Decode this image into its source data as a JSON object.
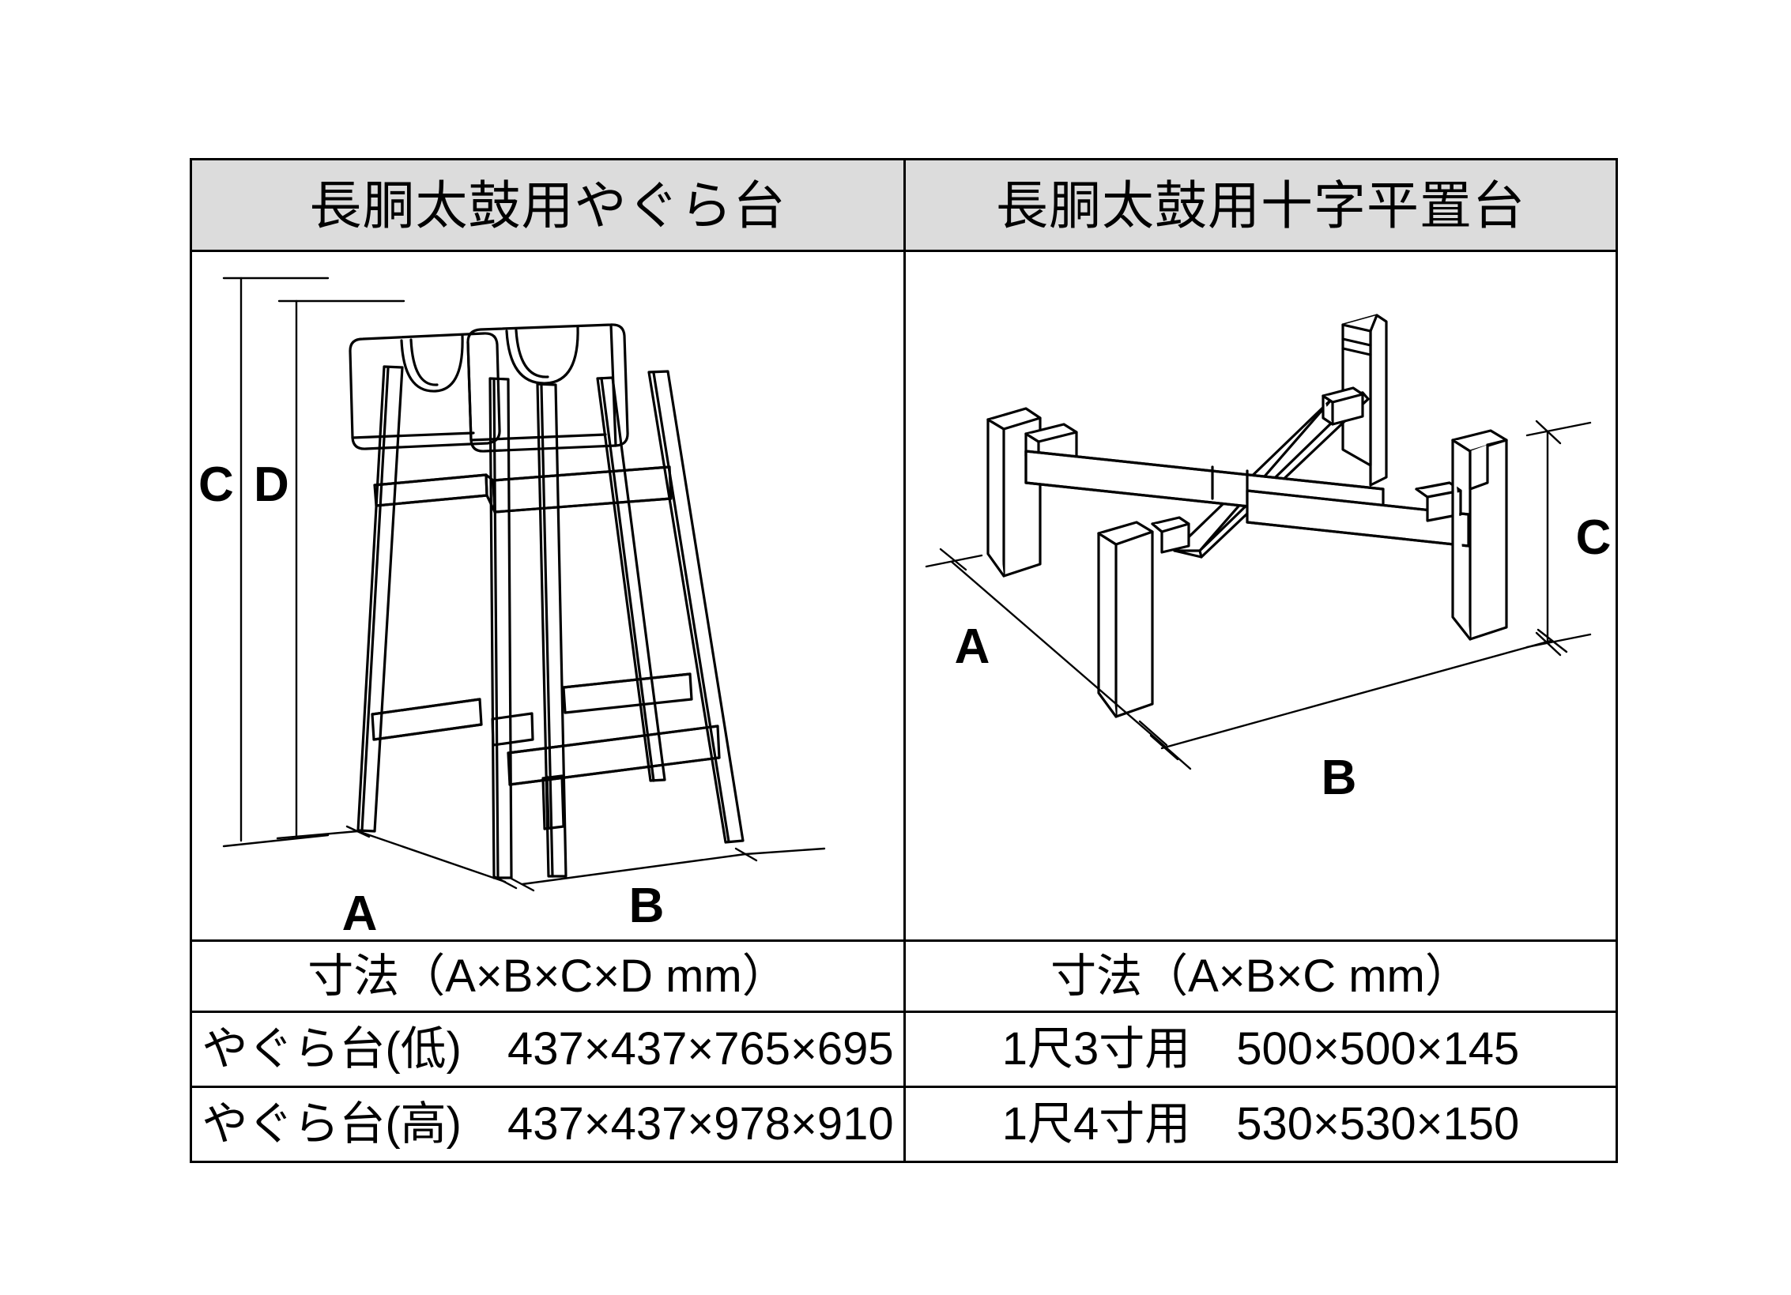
{
  "table": {
    "columns": [
      {
        "id": "yagura-stand",
        "header": "長胴太鼓用やぐら台",
        "dimension_header": "寸法（A×B×C×D mm）",
        "figure": {
          "name": "yagura-stand-diagram",
          "dimension_labels": [
            "C",
            "D",
            "A",
            "B"
          ]
        },
        "rows": [
          {
            "label": "やぐら台(低)",
            "value": "437×437×765×695",
            "text": "やぐら台(低)　437×437×765×695"
          },
          {
            "label": "やぐら台(高)",
            "value": "437×437×978×910",
            "text": "やぐら台(高)　437×437×978×910"
          }
        ]
      },
      {
        "id": "cross-flat-stand",
        "header": "長胴太鼓用十字平置台",
        "dimension_header": "寸法（A×B×C mm）",
        "figure": {
          "name": "cross-flat-stand-diagram",
          "dimension_labels": [
            "A",
            "B",
            "C"
          ]
        },
        "rows": [
          {
            "label": "1尺3寸用",
            "value": "500×500×145",
            "text": "1尺3寸用　500×500×145"
          },
          {
            "label": "1尺4寸用",
            "value": "530×530×150",
            "text": "1尺4寸用　530×530×150"
          }
        ]
      }
    ]
  },
  "figure_labels": {
    "left_C": "C",
    "left_D": "D",
    "left_A": "A",
    "left_B": "B",
    "right_A": "A",
    "right_B": "B",
    "right_C": "C"
  },
  "colors": {
    "header_background": "#dcdcdc",
    "border": "#000000",
    "page_background": "#ffffff",
    "line": "#000000"
  }
}
